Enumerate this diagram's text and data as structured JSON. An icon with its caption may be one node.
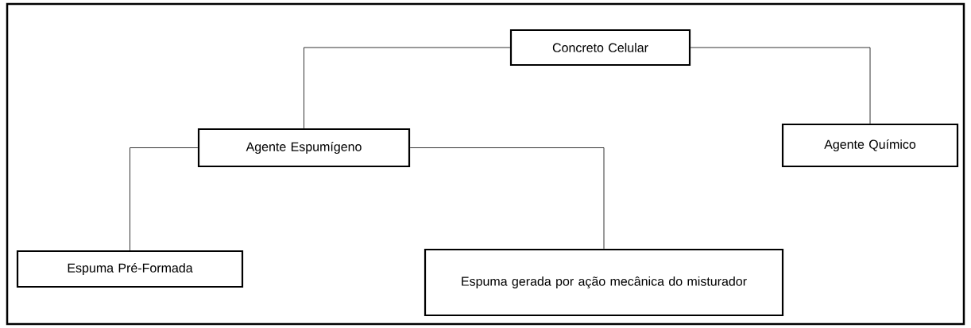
{
  "diagram": {
    "nodes": [
      {
        "text": [
          "Concreto Celular"
        ]
      },
      {
        "text": [
          "Agente Espumígeno"
        ]
      },
      {
        "text": [
          "Agente Químico"
        ]
      },
      {
        "text": [
          "Espuma Pré-Formada"
        ]
      },
      {
        "text": [
          "Espuma gerada por ação mecânica do misturador"
        ]
      }
    ],
    "edges": [
      {
        "from": 0,
        "to": 1,
        "arrow": "none"
      },
      {
        "from": 0,
        "to": 2,
        "arrow": "none"
      },
      {
        "from": 1,
        "to": 3,
        "arrow": "none"
      },
      {
        "from": 1,
        "to": 4,
        "arrow": "none"
      }
    ]
  }
}
